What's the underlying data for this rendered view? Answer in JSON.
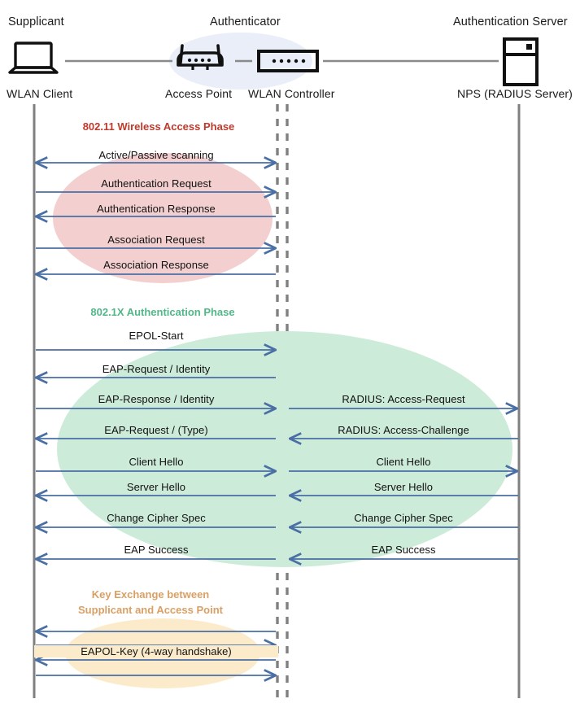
{
  "diagram": {
    "title": "802.1X / WPA2-Enterprise WLAN authentication sequence",
    "colors": {
      "lifeline": "#808080",
      "arrow": "#4A6FA5",
      "phase_80211": "#C0392B",
      "phase_8021x": "#52B788",
      "phase_key": "#D9A066",
      "ellipse_80211": "#F2CFCF",
      "ellipse_8021x": "#CDEBD9",
      "ellipse_key": "#FBE9C6",
      "authenticator_blob": "#E8EDF7",
      "icon": "#111111",
      "link": "#8A8A8A"
    },
    "actors": [
      {
        "role": "Supplicant",
        "device": "WLAN Client",
        "icon": "laptop-icon"
      },
      {
        "role": "Authenticator",
        "device": "Access Point",
        "icon": "access-point-icon"
      },
      {
        "role": "",
        "device": "WLAN Controller",
        "icon": "wlan-controller-icon"
      },
      {
        "role": "Authentication Server",
        "device": "NPS (RADIUS Server)",
        "icon": "server-icon"
      }
    ],
    "phases": [
      {
        "id": "wireless-access",
        "label": "802.11 Wireless Access Phase",
        "color": "#C0392B",
        "messages": [
          {
            "text": "Active/Passive scanning",
            "direction": "both",
            "segment": "left"
          },
          {
            "text": "Authentication Request",
            "direction": "right",
            "segment": "left"
          },
          {
            "text": "Authentication Response",
            "direction": "left",
            "segment": "left"
          },
          {
            "text": "Association Request",
            "direction": "right",
            "segment": "left"
          },
          {
            "text": "Association Response",
            "direction": "left",
            "segment": "left"
          }
        ]
      },
      {
        "id": "dot1x-auth",
        "label": "802.1X Authentication Phase",
        "color": "#52B788",
        "messages": [
          {
            "text": "EPOL-Start",
            "direction": "right",
            "segment": "left",
            "right_text": ""
          },
          {
            "text": "EAP-Request / Identity",
            "direction": "left",
            "segment": "left",
            "right_text": ""
          },
          {
            "text": "EAP-Response / Identity",
            "direction": "right",
            "segment": "both",
            "right_text": "RADIUS: Access-Request"
          },
          {
            "text": "EAP-Request / (Type)",
            "direction": "left",
            "segment": "both",
            "right_text": "RADIUS: Access-Challenge"
          },
          {
            "text": "Client Hello",
            "direction": "right",
            "segment": "both",
            "right_text": "Client Hello"
          },
          {
            "text": "Server Hello",
            "direction": "left",
            "segment": "both",
            "right_text": "Server Hello"
          },
          {
            "text": "Change Cipher Spec",
            "direction": "left",
            "segment": "both",
            "right_text": "Change Cipher Spec"
          },
          {
            "text": "EAP Success",
            "direction": "left",
            "segment": "both",
            "right_text": "EAP Success"
          }
        ]
      },
      {
        "id": "key-exchange",
        "label_line1": "Key Exchange between",
        "label_line2": "Supplicant and Access Point",
        "color": "#D9A066",
        "messages": [
          {
            "text": "",
            "direction": "left",
            "segment": "left"
          },
          {
            "text": "",
            "direction": "right",
            "segment": "left"
          },
          {
            "text": "EAPOL-Key (4-way handshake)",
            "direction": "left",
            "segment": "left"
          },
          {
            "text": "",
            "direction": "right",
            "segment": "left"
          }
        ]
      }
    ]
  }
}
